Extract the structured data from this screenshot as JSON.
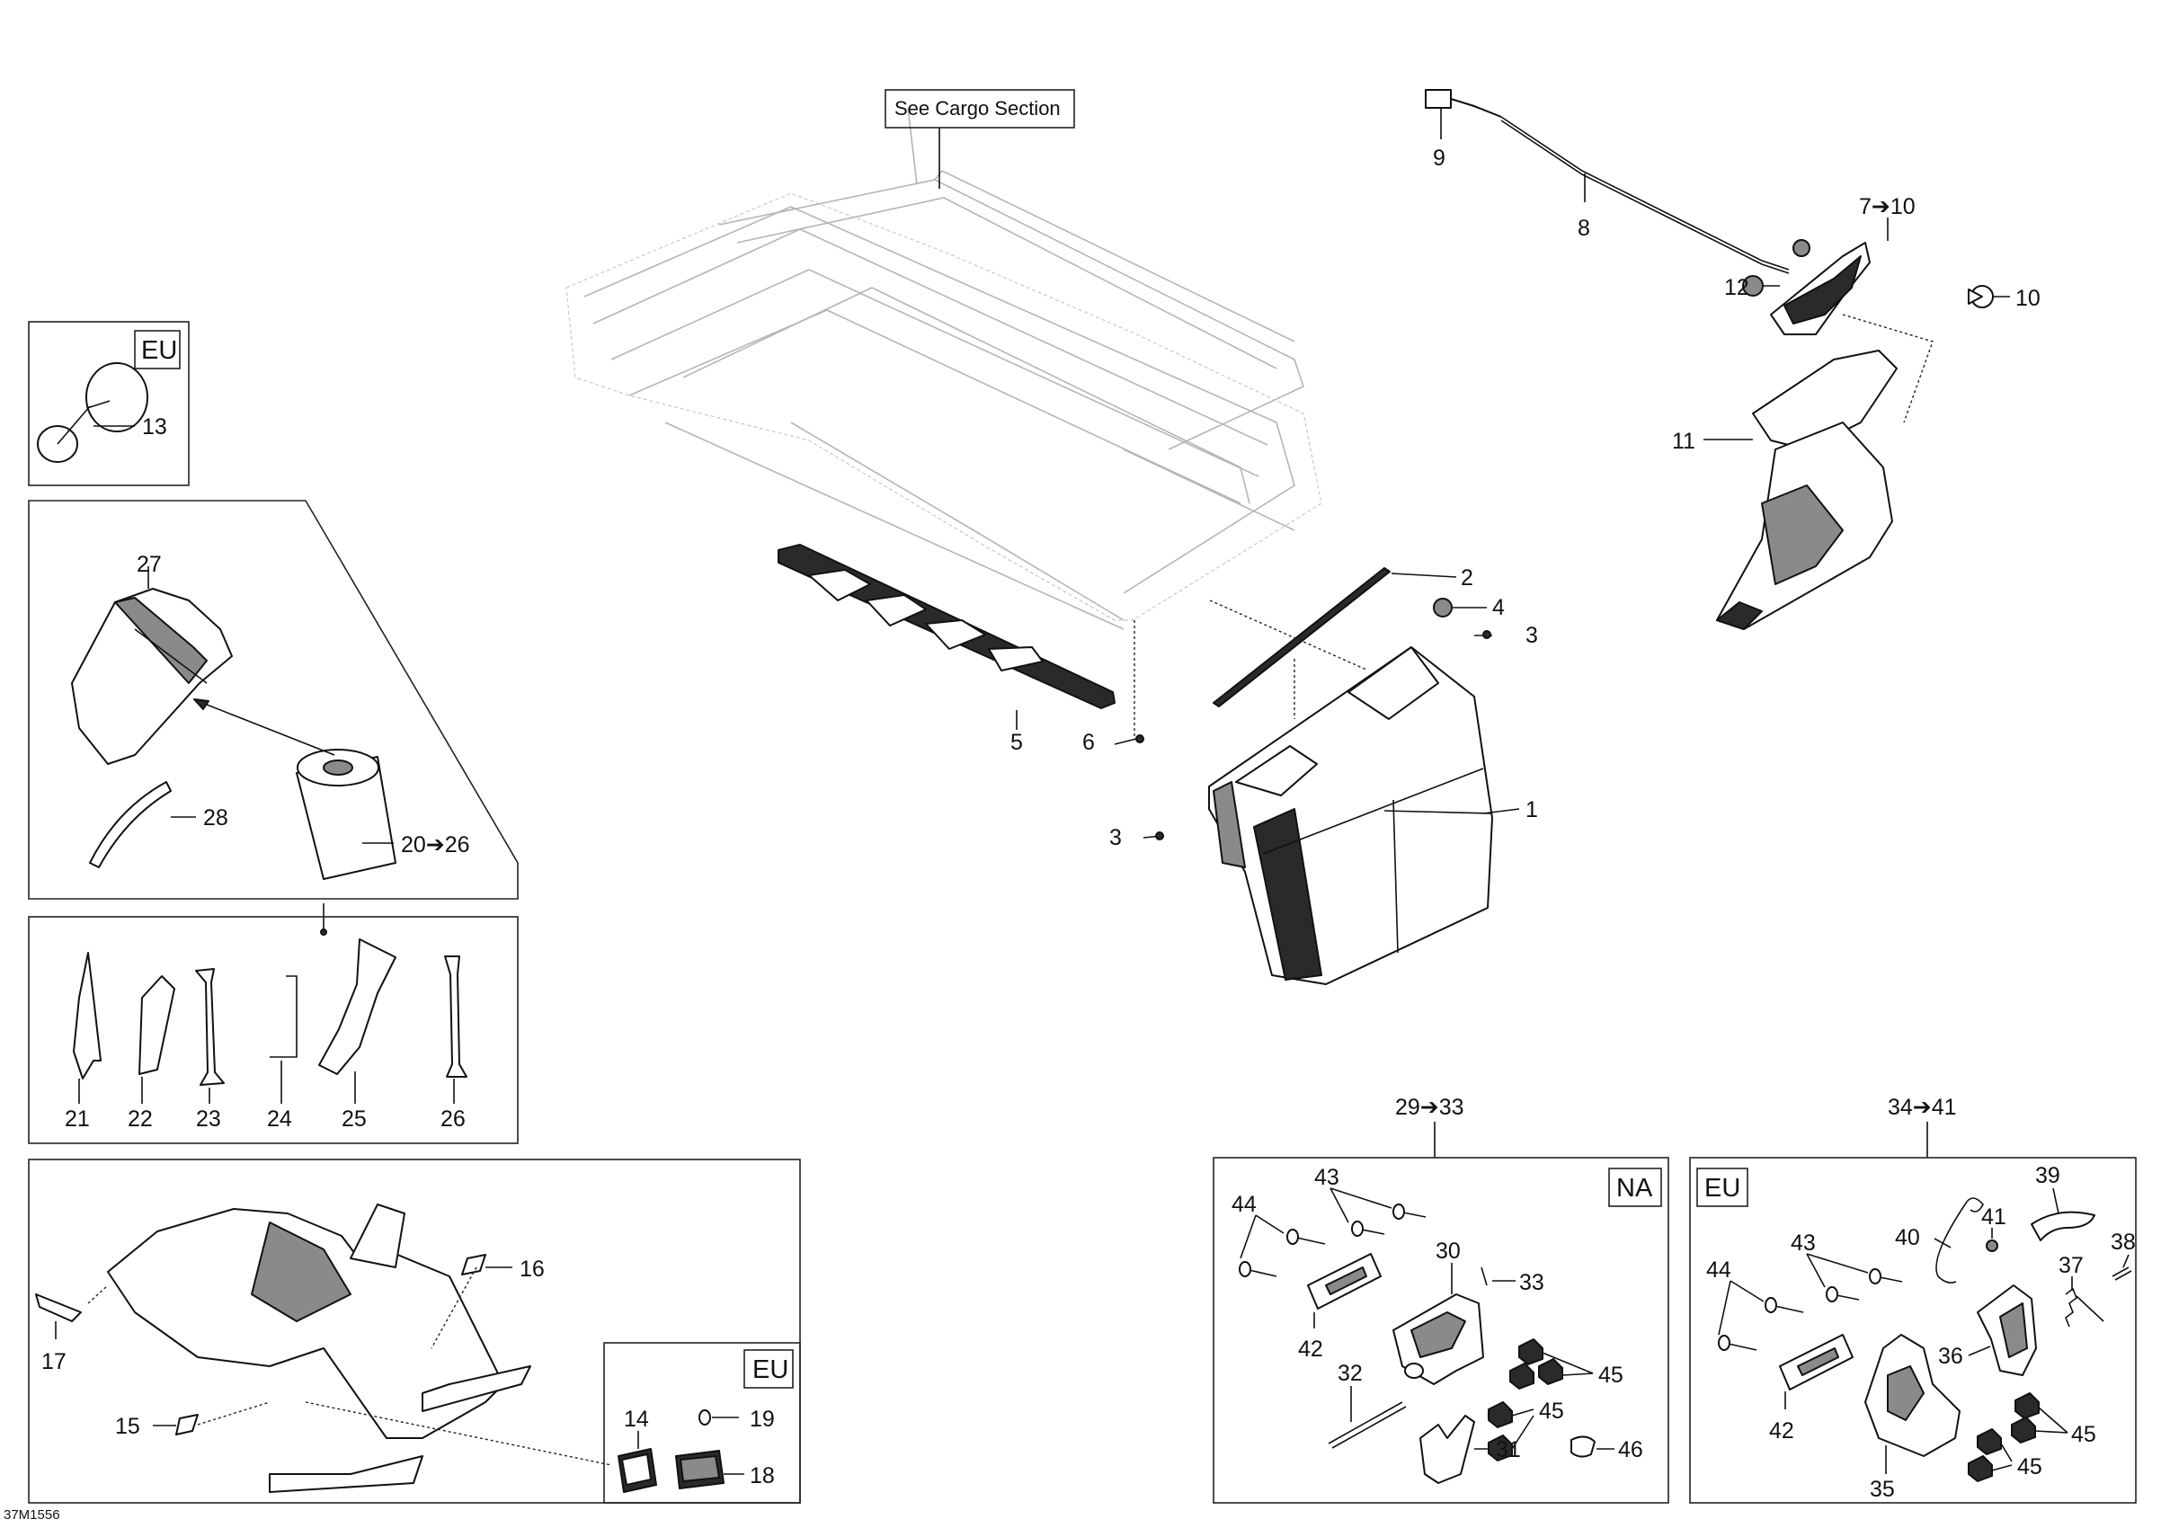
{
  "diagram": {
    "notes": {
      "cargo_ref": "See Cargo Section",
      "drawing_code": "37M1556"
    },
    "region_tags": {
      "eu": "EU",
      "na": "NA"
    },
    "callouts": {
      "c1": "1",
      "c2": "2",
      "c3a": "3",
      "c3b": "3",
      "c4": "4",
      "c5": "5",
      "c6": "6",
      "c7_10": "7➔10",
      "c8": "8",
      "c9": "9",
      "c10": "10",
      "c11": "11",
      "c12": "12",
      "c13": "13",
      "c14": "14",
      "c15": "15",
      "c16": "16",
      "c17": "17",
      "c18": "18",
      "c19": "19",
      "c20_26": "20➔26",
      "c21": "21",
      "c22": "22",
      "c23": "23",
      "c24": "24",
      "c25": "25",
      "c26": "26",
      "c27": "27",
      "c28": "28",
      "c29_33": "29➔33",
      "c30": "30",
      "c31": "31",
      "c32": "32",
      "c33": "33",
      "c34_41": "34➔41",
      "c35": "35",
      "c36": "36",
      "c37": "37",
      "c38": "38",
      "c39": "39",
      "c40": "40",
      "c41": "41",
      "c42a": "42",
      "c42b": "42",
      "c43a": "43",
      "c43b": "43",
      "c44a": "44",
      "c44b": "44",
      "c45a": "45",
      "c45b": "45",
      "c45c": "45",
      "c45d": "45",
      "c46": "46"
    }
  }
}
